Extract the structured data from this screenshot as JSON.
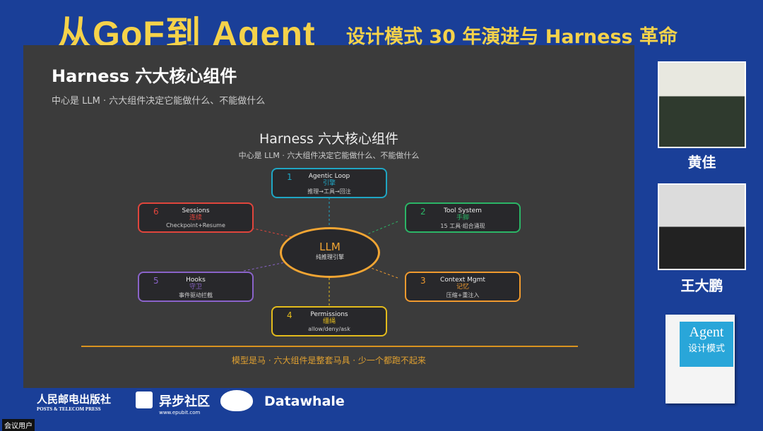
{
  "header": {
    "title": "从GoF到 Agent",
    "subtitle": "设计模式 30 年演进与 Harness 革命"
  },
  "slide": {
    "heading": "Harness 六大核心组件",
    "subheading": "中心是 LLM · 六大组件决定它能做什么、不能做什么",
    "diagram_title": "Harness 六大核心组件",
    "diagram_subtitle": "中心是 LLM · 六大组件决定它能做什么、不能做什么",
    "center": {
      "label": "LLM",
      "desc": "纯推理引擎",
      "color": "#f2a533"
    },
    "components": [
      {
        "num": "1",
        "name": "Agentic Loop",
        "zh": "引擎",
        "desc": "推理→工具→回注",
        "color": "#1fa6c4"
      },
      {
        "num": "2",
        "name": "Tool System",
        "zh": "手脚",
        "desc": "15 工具·组合涌现",
        "color": "#2bb566"
      },
      {
        "num": "3",
        "name": "Context Mgmt",
        "zh": "记忆",
        "desc": "压缩+重注入",
        "color": "#f09a2e"
      },
      {
        "num": "4",
        "name": "Permissions",
        "zh": "缰绳",
        "desc": "allow/deny/ask",
        "color": "#e3bb1c"
      },
      {
        "num": "5",
        "name": "Hooks",
        "zh": "守卫",
        "desc": "事件驱动拦截",
        "color": "#8a63c9"
      },
      {
        "num": "6",
        "name": "Sessions",
        "zh": "连续",
        "desc": "Checkpoint+Resume",
        "color": "#e0453c"
      }
    ],
    "footer": "模型是马 · 六大组件是整套马具 · 少一个都跑不起来"
  },
  "speakers": [
    {
      "name": "黄佳"
    },
    {
      "name": "王大鹏"
    }
  ],
  "book": {
    "title": "Agent",
    "subtitle": "设计模式"
  },
  "logos": {
    "publisher_zh": "人民邮电出版社",
    "publisher_en": "POSTS & TELECOM PRESS",
    "epubit": "异步社区",
    "epubit_url": "www.epubit.com",
    "datawhale": "Datawhale"
  },
  "participant_label": "会议用户"
}
